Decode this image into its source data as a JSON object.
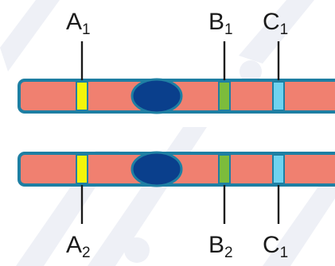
{
  "labels": {
    "top": [
      {
        "letter": "A",
        "sub": "1"
      },
      {
        "letter": "B",
        "sub": "1"
      },
      {
        "letter": "C",
        "sub": "1"
      }
    ],
    "bottom": [
      {
        "letter": "A",
        "sub": "2"
      },
      {
        "letter": "B",
        "sub": "2"
      },
      {
        "letter": "C",
        "sub": "1"
      }
    ]
  },
  "colors": {
    "chromosome_fill": "#f08070",
    "chromosome_stroke": "#1e7fa3",
    "centromere_fill": "#0a3f8c",
    "band_a": "#f4f40a",
    "band_b": "#7cbc3c",
    "band_c": "#6fd3f0",
    "watermark": "#eef0f6"
  }
}
